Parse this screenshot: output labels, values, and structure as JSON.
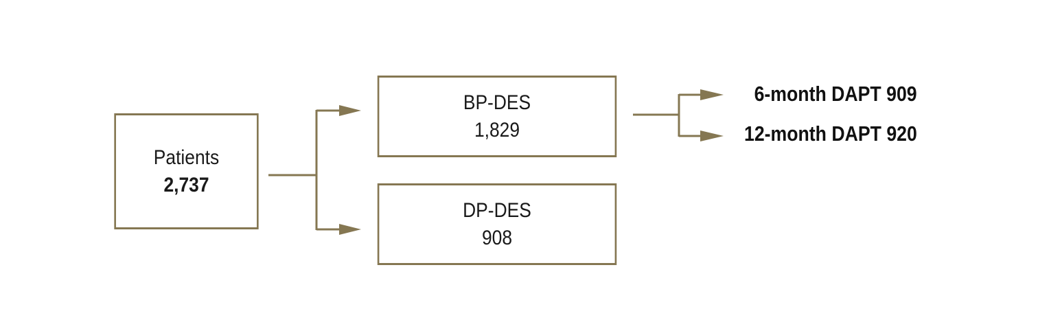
{
  "colors": {
    "line": "#857752",
    "text": "#1a1a1a"
  },
  "patients": {
    "label": "Patients",
    "count": "2,737"
  },
  "groups": [
    {
      "label": "BP-DES",
      "count": "1,829"
    },
    {
      "label": "DP-DES",
      "count": "908"
    }
  ],
  "outcomes": [
    {
      "label": "6-month DAPT 909"
    },
    {
      "label": "12-month DAPT 920"
    }
  ]
}
